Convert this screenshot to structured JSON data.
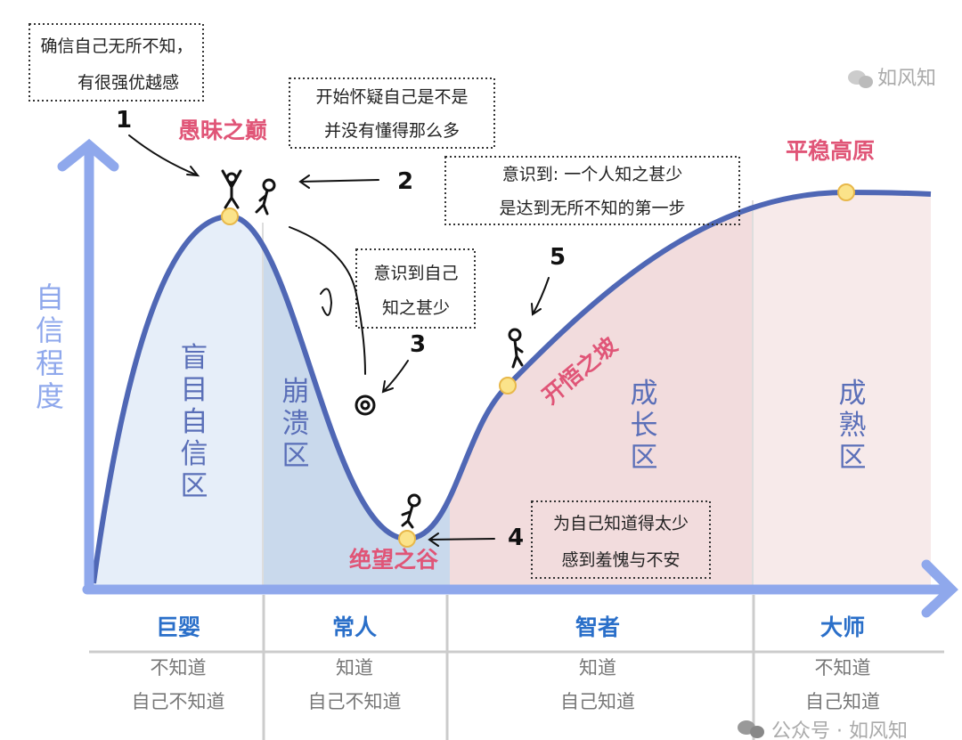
{
  "diagram": {
    "y_axis_label": [
      "自",
      "信",
      "程",
      "度"
    ],
    "peaks": {
      "peak": "愚昧之巅",
      "valley": "绝望之谷",
      "slope": "开悟之坡",
      "plateau": "平稳高原"
    },
    "zones": [
      {
        "chars": [
          "盲",
          "目",
          "自",
          "信",
          "区"
        ]
      },
      {
        "chars": [
          "崩",
          "溃",
          "区"
        ]
      },
      {
        "chars": [
          "成",
          "长",
          "区"
        ]
      },
      {
        "chars": [
          "成",
          "熟",
          "区"
        ]
      }
    ],
    "annotations": [
      {
        "number": "1",
        "lines": [
          "确信自己无所不知，",
          "有很强优越感"
        ]
      },
      {
        "number": "2",
        "lines": [
          "开始怀疑自己是不是",
          "并没有懂得那么多"
        ]
      },
      {
        "number": "3",
        "lines": [
          "意识到自己",
          "知之甚少"
        ]
      },
      {
        "number": "4",
        "lines": [
          "为自己知道得太少",
          "感到羞愧与不安"
        ]
      },
      {
        "number": "5",
        "lines": [
          "意识到: 一个人知之甚少",
          "是达到无所不知的第一步"
        ]
      }
    ],
    "table": [
      {
        "header": "巨婴",
        "lines": [
          "不知道",
          "自己不知道"
        ]
      },
      {
        "header": "常人",
        "lines": [
          "知道",
          "自己不知道"
        ]
      },
      {
        "header": "智者",
        "lines": [
          "知道",
          "自己知道"
        ]
      },
      {
        "header": "大师",
        "lines": [
          "不知道",
          "自己知道"
        ]
      }
    ],
    "watermark_top": "如风知",
    "watermark_bottom": "公众号 · 如风知"
  },
  "colors": {
    "axis": "#8fa8ec",
    "curve": "#4f67b5",
    "accent": "#e05577",
    "header": "#2a6fc9"
  }
}
